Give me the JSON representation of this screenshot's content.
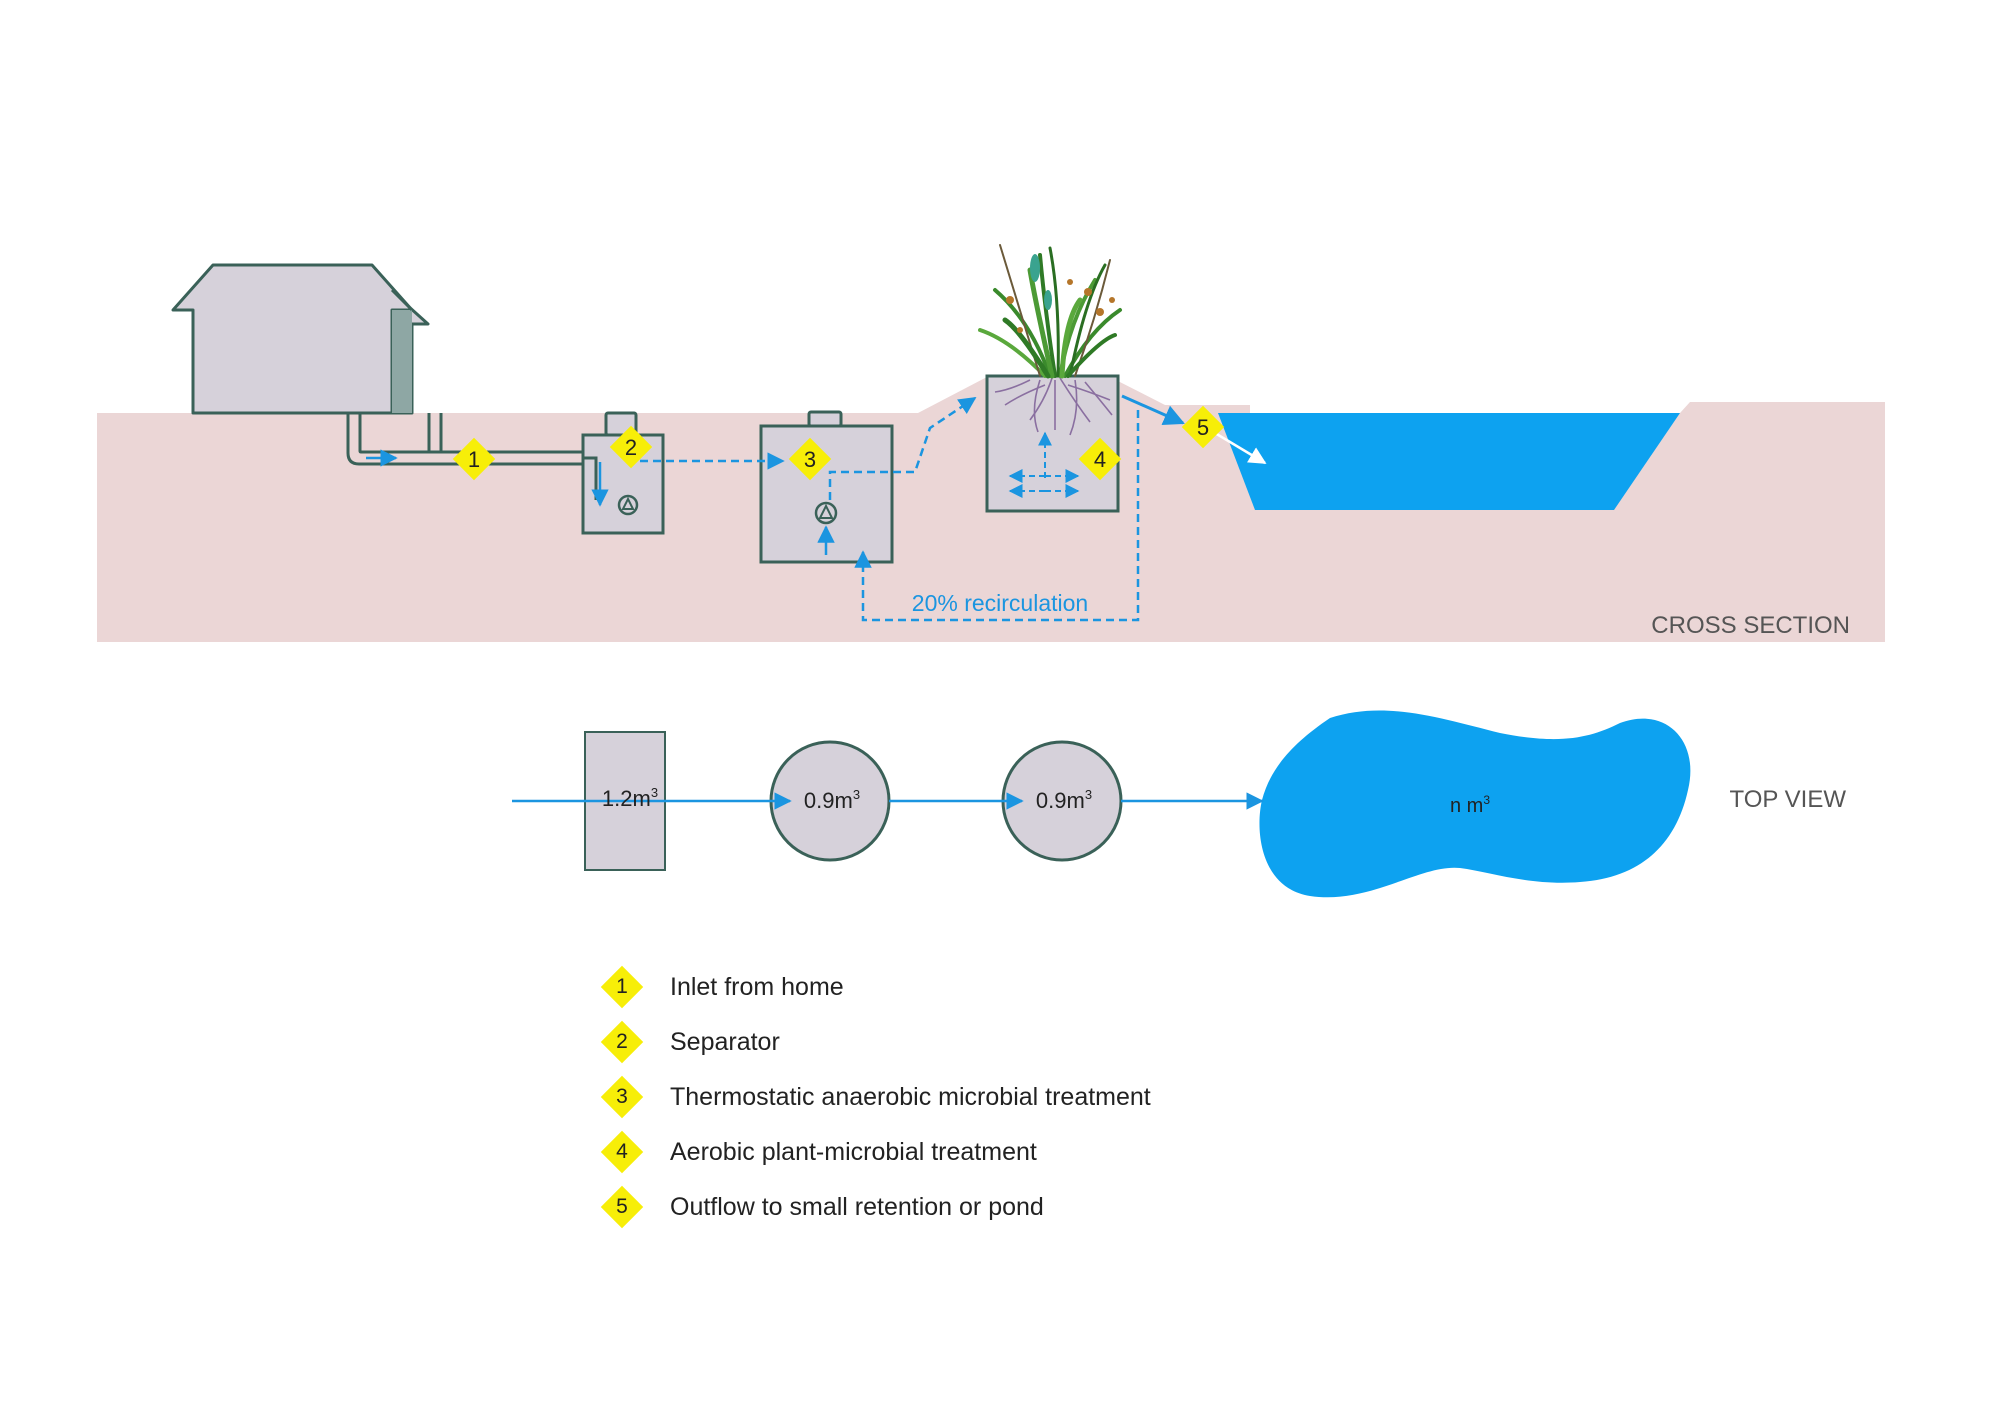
{
  "cross_section": {
    "label": "CROSS SECTION",
    "recirculation_label": "20% recirculation",
    "markers": [
      "1",
      "2",
      "3",
      "4",
      "5"
    ]
  },
  "top_view": {
    "label": "TOP VIEW",
    "volumes": [
      {
        "base": "1.2m",
        "exp": "3"
      },
      {
        "base": "0.9m",
        "exp": "3"
      },
      {
        "base": "0.9m",
        "exp": "3"
      },
      {
        "base": "n m",
        "exp": "3"
      }
    ]
  },
  "legend": [
    {
      "num": "1",
      "text": "Inlet from home"
    },
    {
      "num": "2",
      "text": "Separator"
    },
    {
      "num": "3",
      "text": "Thermostatic anaerobic microbial treatment"
    },
    {
      "num": "4",
      "text": "Aerobic plant-microbial treatment"
    },
    {
      "num": "5",
      "text": "Outflow to small retention or pond"
    }
  ],
  "colors": {
    "ground": "#ebd6d6",
    "tank_fill": "#d6d1da",
    "outline": "#3a6158",
    "water": "#0da2f0",
    "flow": "#1b95e0",
    "marker": "#f7ee08"
  }
}
